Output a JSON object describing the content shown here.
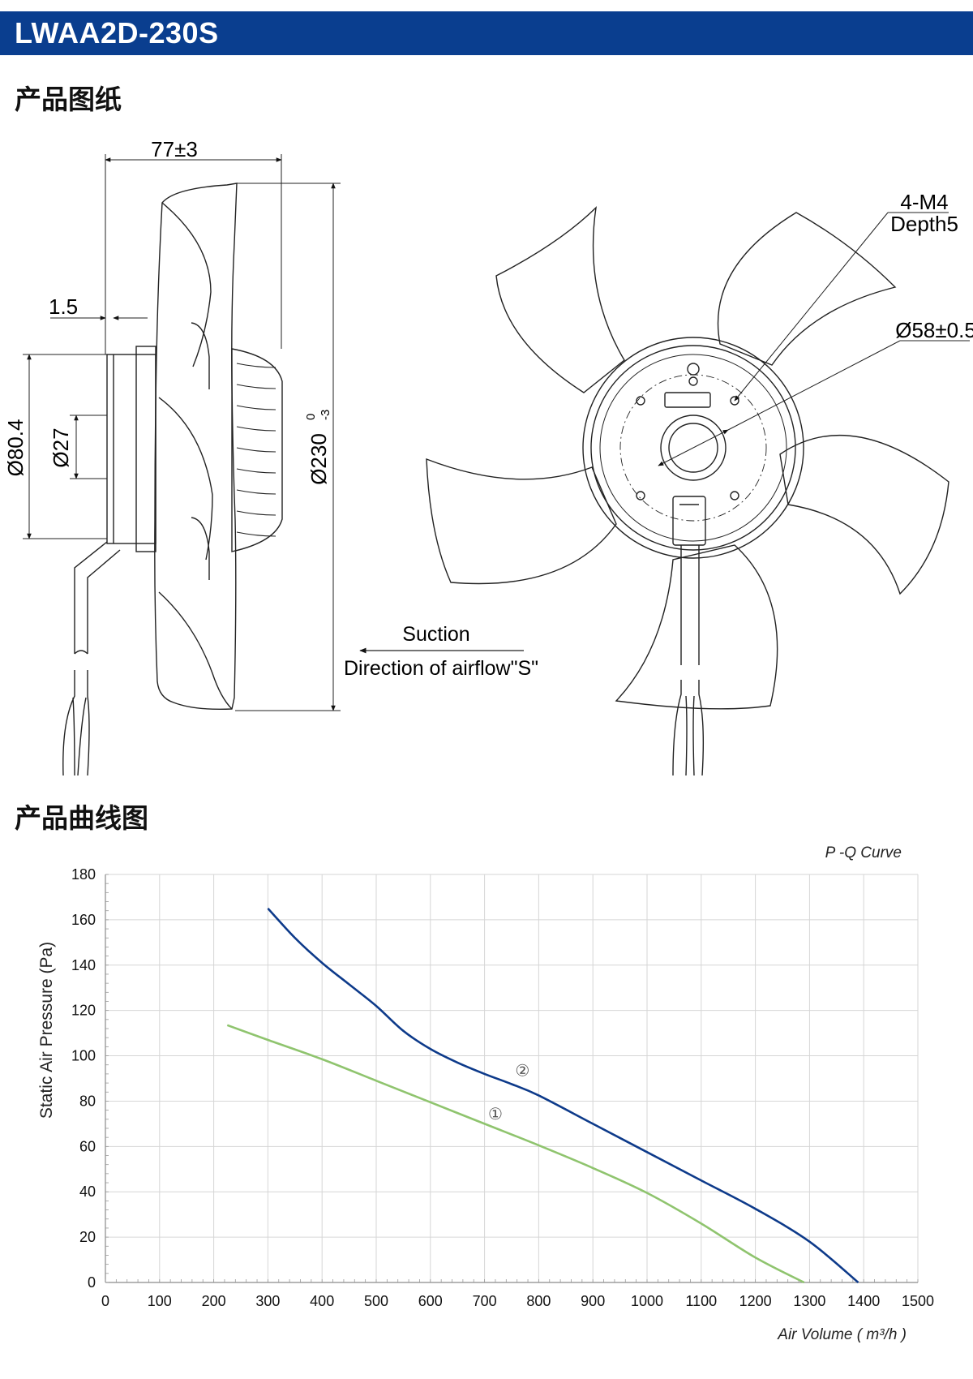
{
  "header": {
    "model": "LWAA2D-230S",
    "bg_color": "#0a3e8f"
  },
  "sections": {
    "drawing_title": "产品图纸",
    "curve_title": "产品曲线图"
  },
  "drawing": {
    "side_view": {
      "width_dim": "77±3",
      "offset_dim": "1.5",
      "diameter_motor": "Ø80.4",
      "diameter_shaft": "Ø27",
      "diameter_fan": "Ø230",
      "diameter_fan_upper_tol": "0",
      "diameter_fan_lower_tol": "-3"
    },
    "front_view": {
      "screw_label": "4-M4",
      "screw_depth": "Depth5",
      "hub_diameter": "Ø58±0.5"
    },
    "airflow": {
      "label1": "Suction",
      "label2": "Direction of airflow\"S\""
    }
  },
  "chart_data": {
    "type": "line",
    "title": "P -Q Curve",
    "xlabel": "Air Volume ( m³/h )",
    "ylabel": "Static Air Pressure  (Pa)",
    "xlim": [
      0,
      1500
    ],
    "ylim": [
      0,
      180
    ],
    "x_ticks": [
      0,
      100,
      200,
      300,
      400,
      500,
      600,
      700,
      800,
      900,
      1000,
      1100,
      1200,
      1300,
      1400,
      1500
    ],
    "y_ticks": [
      0,
      20,
      40,
      60,
      80,
      100,
      120,
      140,
      160,
      180
    ],
    "grid": true,
    "series": [
      {
        "name": "①",
        "color": "#8fc46e",
        "x": [
          225,
          300,
          400,
          500,
          600,
          700,
          800,
          900,
          1000,
          1100,
          1200,
          1290
        ],
        "y": [
          113.5,
          107,
          98.5,
          89,
          79.5,
          70,
          60.5,
          50.5,
          39.5,
          26,
          11,
          0
        ],
        "label_at": [
          720,
          72
        ]
      },
      {
        "name": "②",
        "color": "#0d3a8a",
        "x": [
          300,
          350,
          400,
          450,
          500,
          550,
          600,
          650,
          700,
          750,
          800,
          900,
          1000,
          1100,
          1200,
          1300,
          1390
        ],
        "y": [
          165,
          152,
          141,
          131.5,
          122,
          111,
          103,
          97,
          92,
          87.5,
          82.5,
          70,
          57.5,
          45,
          32.5,
          18,
          0
        ],
        "label_at": [
          770,
          91
        ]
      }
    ]
  }
}
